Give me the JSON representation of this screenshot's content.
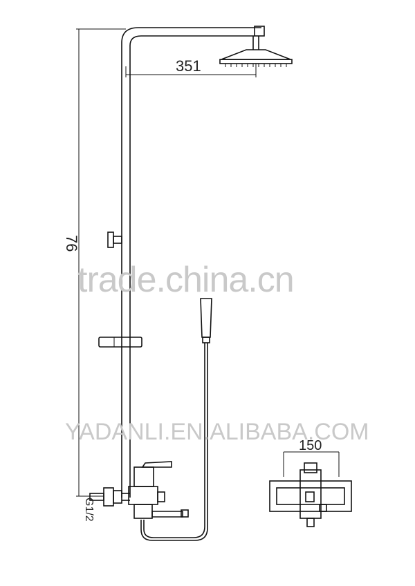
{
  "dimensions": {
    "horizontal_reach": "351",
    "vertical_height": "76",
    "inlet_thread": "G1/2",
    "valve_width": "150"
  },
  "watermarks": {
    "primary": "trade.china.cn",
    "secondary": "YADANLI.EN.ALIBABA.COM"
  },
  "colors": {
    "line": "#111111",
    "watermark": "#c9c9c9",
    "background": "#ffffff"
  }
}
